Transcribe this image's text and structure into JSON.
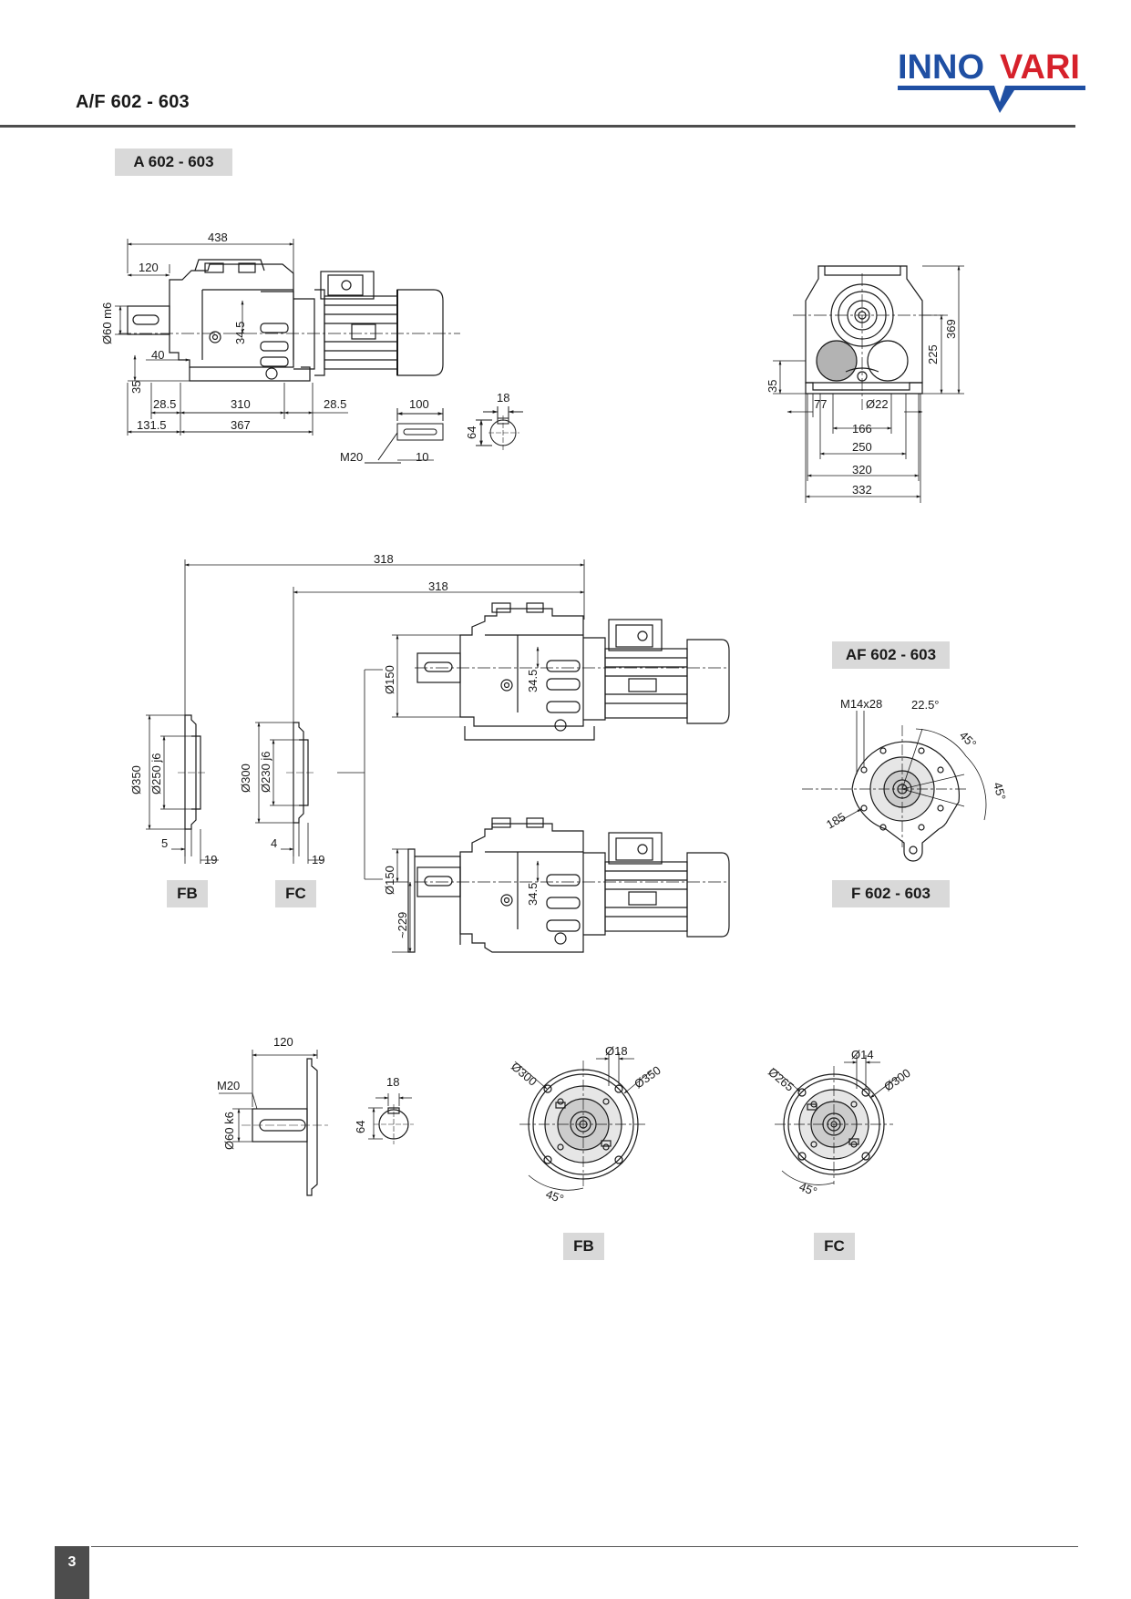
{
  "header": {
    "title": "A/F 602 - 603"
  },
  "logo": {
    "text_blue": "INNO",
    "text_red": "VARI",
    "blue": "#1f4fa3",
    "red": "#d6212b"
  },
  "tags": {
    "a": "A 602 - 603",
    "af": "AF 602 - 603",
    "f": "F 602 - 603",
    "fb_top": "FB",
    "fc_top": "FC",
    "fb_bottom": "FB",
    "fc_bottom": "FC"
  },
  "dims": {
    "a_side": {
      "d438": "438",
      "d120": "120",
      "shaft": "Ø60 m6",
      "d40": "40",
      "d35": "35",
      "d34_5": "34.5",
      "d28_5a": "28.5",
      "d310": "310",
      "d28_5b": "28.5",
      "d131_5": "131.5",
      "d367": "367"
    },
    "key": {
      "d100": "100",
      "m20": "M20",
      "d10": "10",
      "d18": "18",
      "d64": "64"
    },
    "a_front": {
      "d35": "35",
      "d77": "77",
      "d22": "Ø22",
      "d166": "166",
      "d250": "250",
      "d320": "320",
      "d332": "332",
      "d225": "225",
      "d369": "369"
    },
    "flanges": {
      "d318a": "318",
      "d318b": "318",
      "fb_d350": "Ø350",
      "fb_d250": "Ø250 j6",
      "fc_d300": "Ø300",
      "fc_d230": "Ø230 j6",
      "fb_5": "5",
      "fb_19": "19",
      "fc_4": "4",
      "fc_19": "19",
      "top_d150": "Ø150",
      "top_34_5": "34.5",
      "bot_d150": "Ø150",
      "bot_34_5": "34.5",
      "bot_229": "~229"
    },
    "af_view": {
      "m14x28": "M14x28",
      "a22_5": "22.5°",
      "a45a": "45°",
      "a45b": "45°",
      "d185": "185"
    },
    "f_shaft": {
      "d120": "120",
      "m20": "M20",
      "shaft": "Ø60 k6",
      "d18": "18",
      "d64": "64"
    },
    "fb_face": {
      "d18": "Ø18",
      "d300": "Ø300",
      "d350": "Ø350",
      "a45": "45°"
    },
    "fc_face": {
      "d14": "Ø14",
      "d265": "Ø265",
      "d300": "Ø300",
      "a45": "45°"
    }
  },
  "footer": {
    "page": "3"
  }
}
